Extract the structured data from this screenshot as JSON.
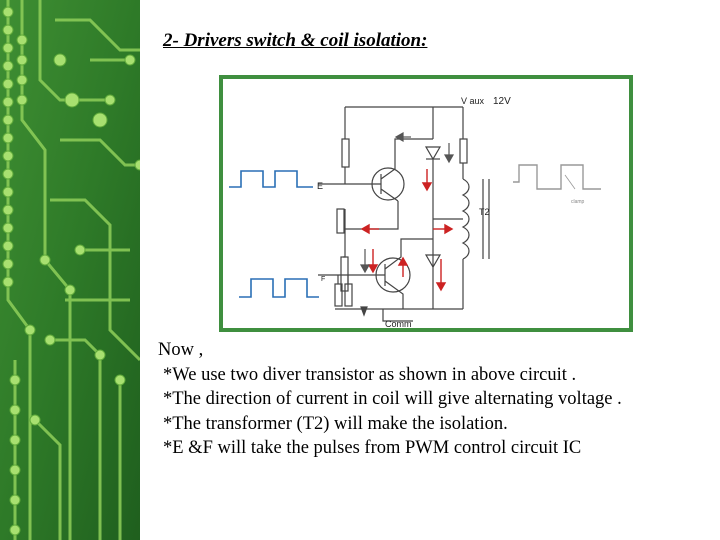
{
  "slide": {
    "title": "2- Drivers switch  & coil isolation:"
  },
  "diagram": {
    "labels": {
      "vaux": "V aux",
      "voltage": "12V",
      "input_e": "E",
      "input_f": "F",
      "transformer": "T2",
      "common": "Comm",
      "annotation": "clamp"
    }
  },
  "body": {
    "lines": [
      "Now ,",
      "*We use two diver transistor as shown in above circuit .",
      "*The direction of current in coil will give alternating  voltage .",
      "*The transformer (T2) will make the isolation.",
      "*E &F will take the pulses from PWM control circuit IC"
    ]
  },
  "colors": {
    "sidebar_green": "#2f7a2a",
    "frame_border": "#3f8f3f",
    "circuit_wire": "#444444",
    "signal_blue": "#2a6fb5",
    "current_arrow_red": "#cc2222"
  }
}
